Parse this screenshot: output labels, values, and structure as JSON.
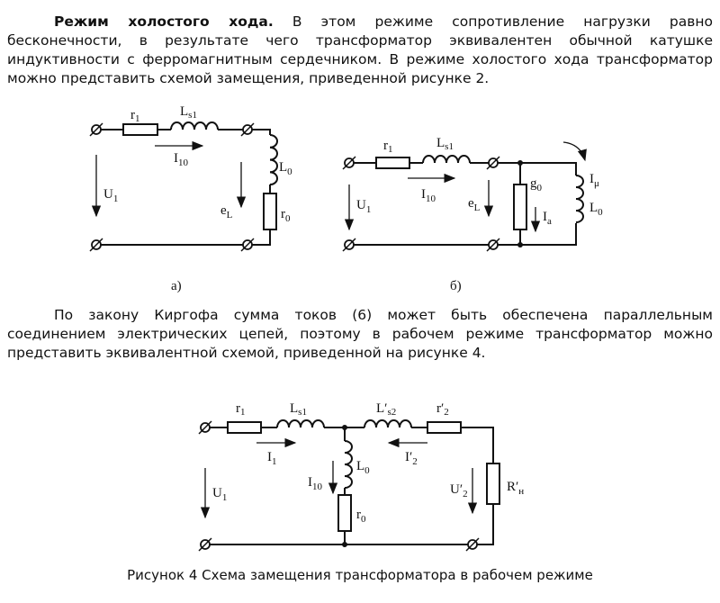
{
  "paragraph1": {
    "bold": "Режим холостого хода.",
    "text": " В этом режиме сопротивление нагрузки равно бесконечности, в результате чего трансформатор эквивалентен обычной катушке индуктивности с ферромагнитным сердечником. В режиме холостого хода трансформатор можно представить схемой замещения, приведенной рисунке 2."
  },
  "figure2": {
    "a": {
      "label": "а)",
      "r1": "r",
      "r1_sub": "1",
      "ls1": "L",
      "ls1_sub": "s1",
      "i10": "I",
      "i10_sub": "10",
      "u1": "U",
      "u1_sub": "1",
      "el": "e",
      "el_sub": "L",
      "l0": "L",
      "l0_sub": "0",
      "r0": "r",
      "r0_sub": "0"
    },
    "b": {
      "label": "б)",
      "r1": "r",
      "r1_sub": "1",
      "ls1": "L",
      "ls1_sub": "s1",
      "i10": "I",
      "i10_sub": "10",
      "u1": "U",
      "u1_sub": "1",
      "el": "e",
      "el_sub": "L",
      "g0": "g",
      "g0_sub": "0",
      "ia": "I",
      "ia_sub": "a",
      "imu": "I",
      "imu_sub": "μ",
      "l0": "L",
      "l0_sub": "0"
    }
  },
  "paragraph2": {
    "text": "По закону Киргофа сумма токов (6) может быть обеспечена параллельным соединением электрических цепей, поэтому в рабочем режиме трансформатор можно представить эквивалентной схемой, приведенной на рисунке 4."
  },
  "figure4": {
    "r1": "r",
    "r1_sub": "1",
    "ls1": "L",
    "ls1_sub": "s1",
    "ls2": "L′",
    "ls2_sub": "s2",
    "r2": "r′",
    "r2_sub": "2",
    "i1": "I",
    "i1_sub": "1",
    "i2": "I′",
    "i2_sub": "2",
    "u1": "U",
    "u1_sub": "1",
    "i10": "I",
    "i10_sub": "10",
    "l0": "L",
    "l0_sub": "0",
    "r0": "r",
    "r0_sub": "0",
    "u2": "U′",
    "u2_sub": "2",
    "rn": "R′",
    "rn_sub": "н",
    "caption": "Рисунок 4 Схема замещения трансформатора в рабочем режиме"
  }
}
